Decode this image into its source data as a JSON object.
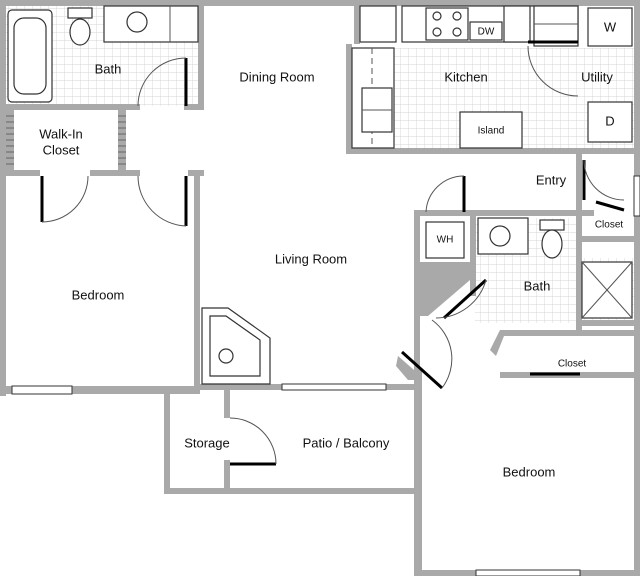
{
  "rooms": {
    "bath_top": "Bath",
    "dining_room": "Dining Room",
    "kitchen": "Kitchen",
    "utility": "Utility",
    "walk_in_closet_line1": "Walk-In",
    "walk_in_closet_line2": "Closet",
    "entry": "Entry",
    "living_room": "Living Room",
    "bedroom_left": "Bedroom",
    "bath_right": "Bath",
    "closet_small": "Closet",
    "closet_wide": "Closet",
    "storage": "Storage",
    "patio_balcony": "Patio / Balcony",
    "bedroom_right": "Bedroom"
  },
  "fixtures": {
    "dishwasher": "DW",
    "island": "Island",
    "washer": "W",
    "dryer": "D",
    "water_heater": "WH"
  }
}
